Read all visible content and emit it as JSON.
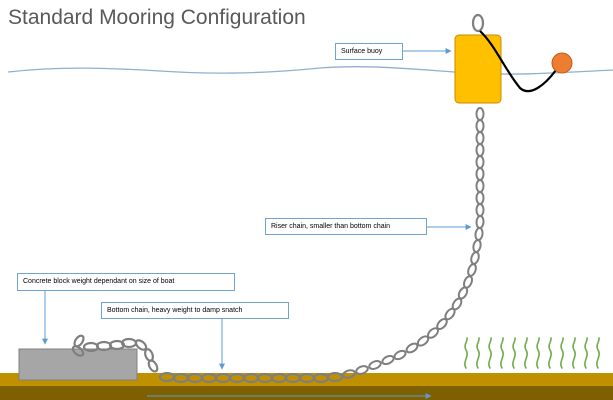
{
  "title": "Standard Mooring Configuration",
  "labels": {
    "surface_buoy": "Surface buoy",
    "riser_chain": "Riser chain, smaller than bottom chain",
    "concrete_block": "Concrete block weight dependant on size of boat",
    "bottom_chain": "Bottom chain, heavy weight to damp snatch"
  },
  "colors": {
    "title_text": "#595959",
    "callout_border": "#6fa3d6",
    "arrow": "#5b9bd5",
    "water_line": "#8fb0d0",
    "buoy": "#ffc000",
    "buoy_outline": "#c98a00",
    "marker_float": "#ed7d31",
    "chain": "#7f7f7f",
    "concrete_block": "#a6a6a6",
    "seabed": "#bf9000",
    "seabed_deep": "#7f6000",
    "seaweed": "#70ad47"
  },
  "icons": [
    "surface-buoy",
    "marker-float",
    "concrete-block",
    "chain",
    "seaweed"
  ]
}
